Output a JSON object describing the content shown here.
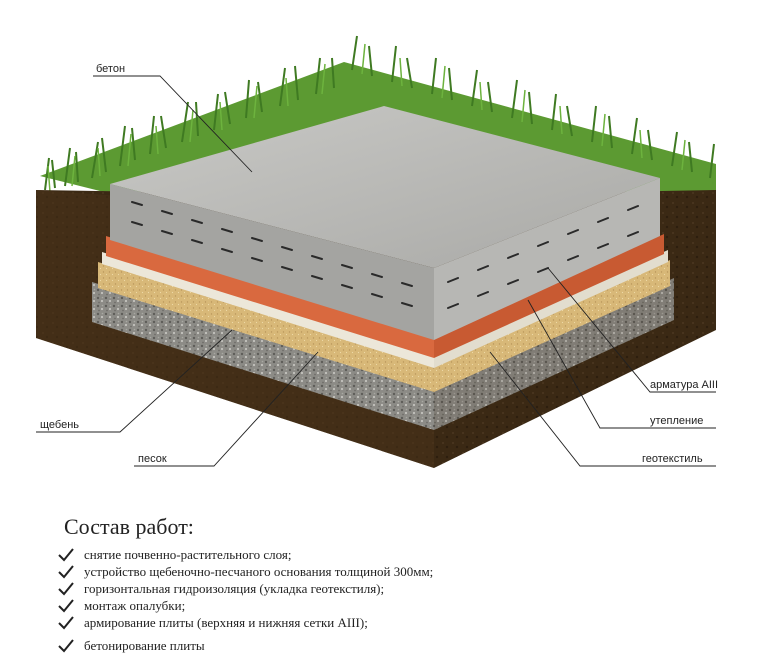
{
  "labels": {
    "concrete": "бетон",
    "rebar": "арматура AIII",
    "insulation": "утепление",
    "geotextile": "геотекстиль",
    "gravel": "щебень",
    "sand": "песок"
  },
  "works": {
    "title": "Состав работ:",
    "items": [
      "снятие почвенно-растительного слоя;",
      "устройство щебеночно-песчаного основания толщиной 300мм;",
      "горизонтальная гидроизоляция (укладка геотекстиля);",
      "монтаж опалубки;",
      "армирование плиты (верхняя и нижняя сетки AIII);",
      "бетонирование плиты"
    ]
  },
  "colors": {
    "concrete": "#b9b9b6",
    "insulation": "#d9693f",
    "geotextile": "#ece7d9",
    "sand": "#d7b777",
    "gravel": "#8f8e8a",
    "soil": "#3c2a16",
    "grass": "#4f8a2c"
  }
}
